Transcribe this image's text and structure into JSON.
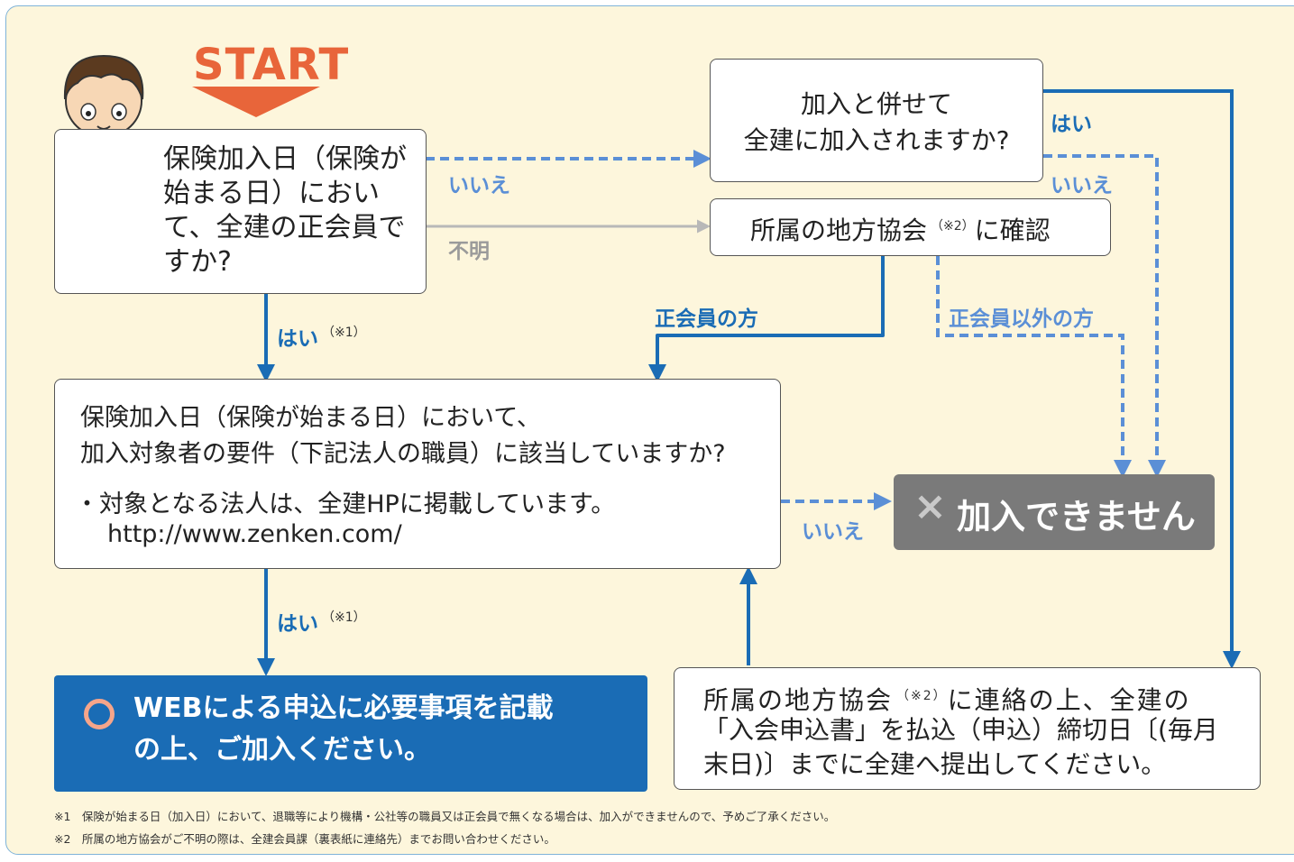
{
  "start_label": "START",
  "q1": {
    "text": "保険加入日（保険が\n始まる日）におい\nて、全建の正会員で\nすか?"
  },
  "q2": {
    "text": "加入と併せて\n全建に加入されますか?"
  },
  "q3": {
    "text": "所属の地方協会",
    "note": "（※2）",
    "text2": "に確認"
  },
  "q4": {
    "line1": "保険加入日（保険が始まる日）において、",
    "line2": "加入対象者の要件（下記法人の職員）に該当していますか?",
    "line3": "・対象となる法人は、全建HPに掲載しています。",
    "line4": "http://www.zenken.com/"
  },
  "result_ng": {
    "icon": "×",
    "text": "加入できません"
  },
  "result_ok": {
    "text": "WEBによる申込に必要事項を記載\nの上、ご加入ください。"
  },
  "action": {
    "text_a": "所属の地方協会",
    "note": "（※2）",
    "text_b": "に連絡の上、全建の",
    "text_c": "「入会申込書」を払込（申込）締切日〔(毎月\n末日)〕までに全建へ提出してください。"
  },
  "labels": {
    "yes": "はい",
    "no": "いいえ",
    "unknown": "不明",
    "regular": "正会員の方",
    "non_regular": "正会員以外の方",
    "note1_mark": "（※1）"
  },
  "footnotes": [
    "※1　保険が始まる日（加入日）において、退職等により機構・公社等の職員又は正会員で無くなる場合は、加入ができませんので、予めご了承ください。",
    "※2　所属の地方協会がご不明の際は、全建会員課（裏表紙に連絡先）までお問い合わせください。"
  ],
  "colors": {
    "solid_blue": "#1a6cb5",
    "dashed_blue": "#5b8fd6",
    "grey": "#b8b8b8",
    "start": "#e8653a",
    "ok_bg": "#1a6cb5",
    "ng_bg": "#7a7a7a",
    "panel": "#fdf6dc"
  }
}
